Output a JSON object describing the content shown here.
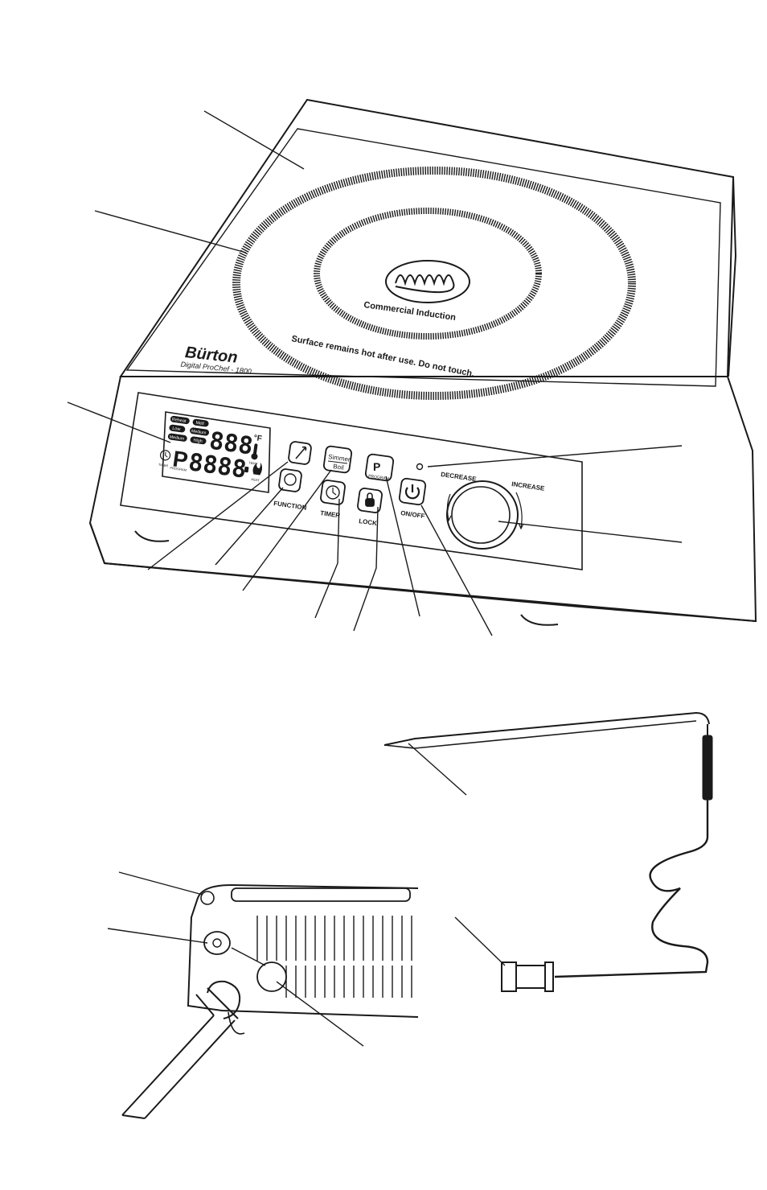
{
  "brand": {
    "logo": "Bürton",
    "model": "Digital ProChef - 1800"
  },
  "cooktop": {
    "center_text": "Commercial Induction",
    "warning_text": "Surface remains hot after use. Do not touch."
  },
  "display": {
    "temp_digits": "888",
    "temp_unit": "°F",
    "temp_label": "TEMP",
    "main_prefix": "P",
    "main_digits": "8888",
    "timer_label": "TIMER",
    "program_label": "PROGRAM",
    "heat_label": "HEAT",
    "modes": [
      "Reheat",
      "Melt",
      "Low",
      "Medium",
      "Medium",
      "High"
    ]
  },
  "buttons": {
    "simmer_top": "Simmer",
    "simmer_bottom": "Boil",
    "function_label": "FUNCTION",
    "timer_label": "TIMER",
    "lock_label": "LOCK",
    "program_glyph": "P",
    "program_label": "PROGRAM",
    "power_label": "ON/OFF"
  },
  "dial": {
    "decrease_label": "DECREASE",
    "increase_label": "INCREASE"
  },
  "colors": {
    "line": "#1a1a1a",
    "background": "#ffffff",
    "display_fill": "#1a1a1a"
  }
}
